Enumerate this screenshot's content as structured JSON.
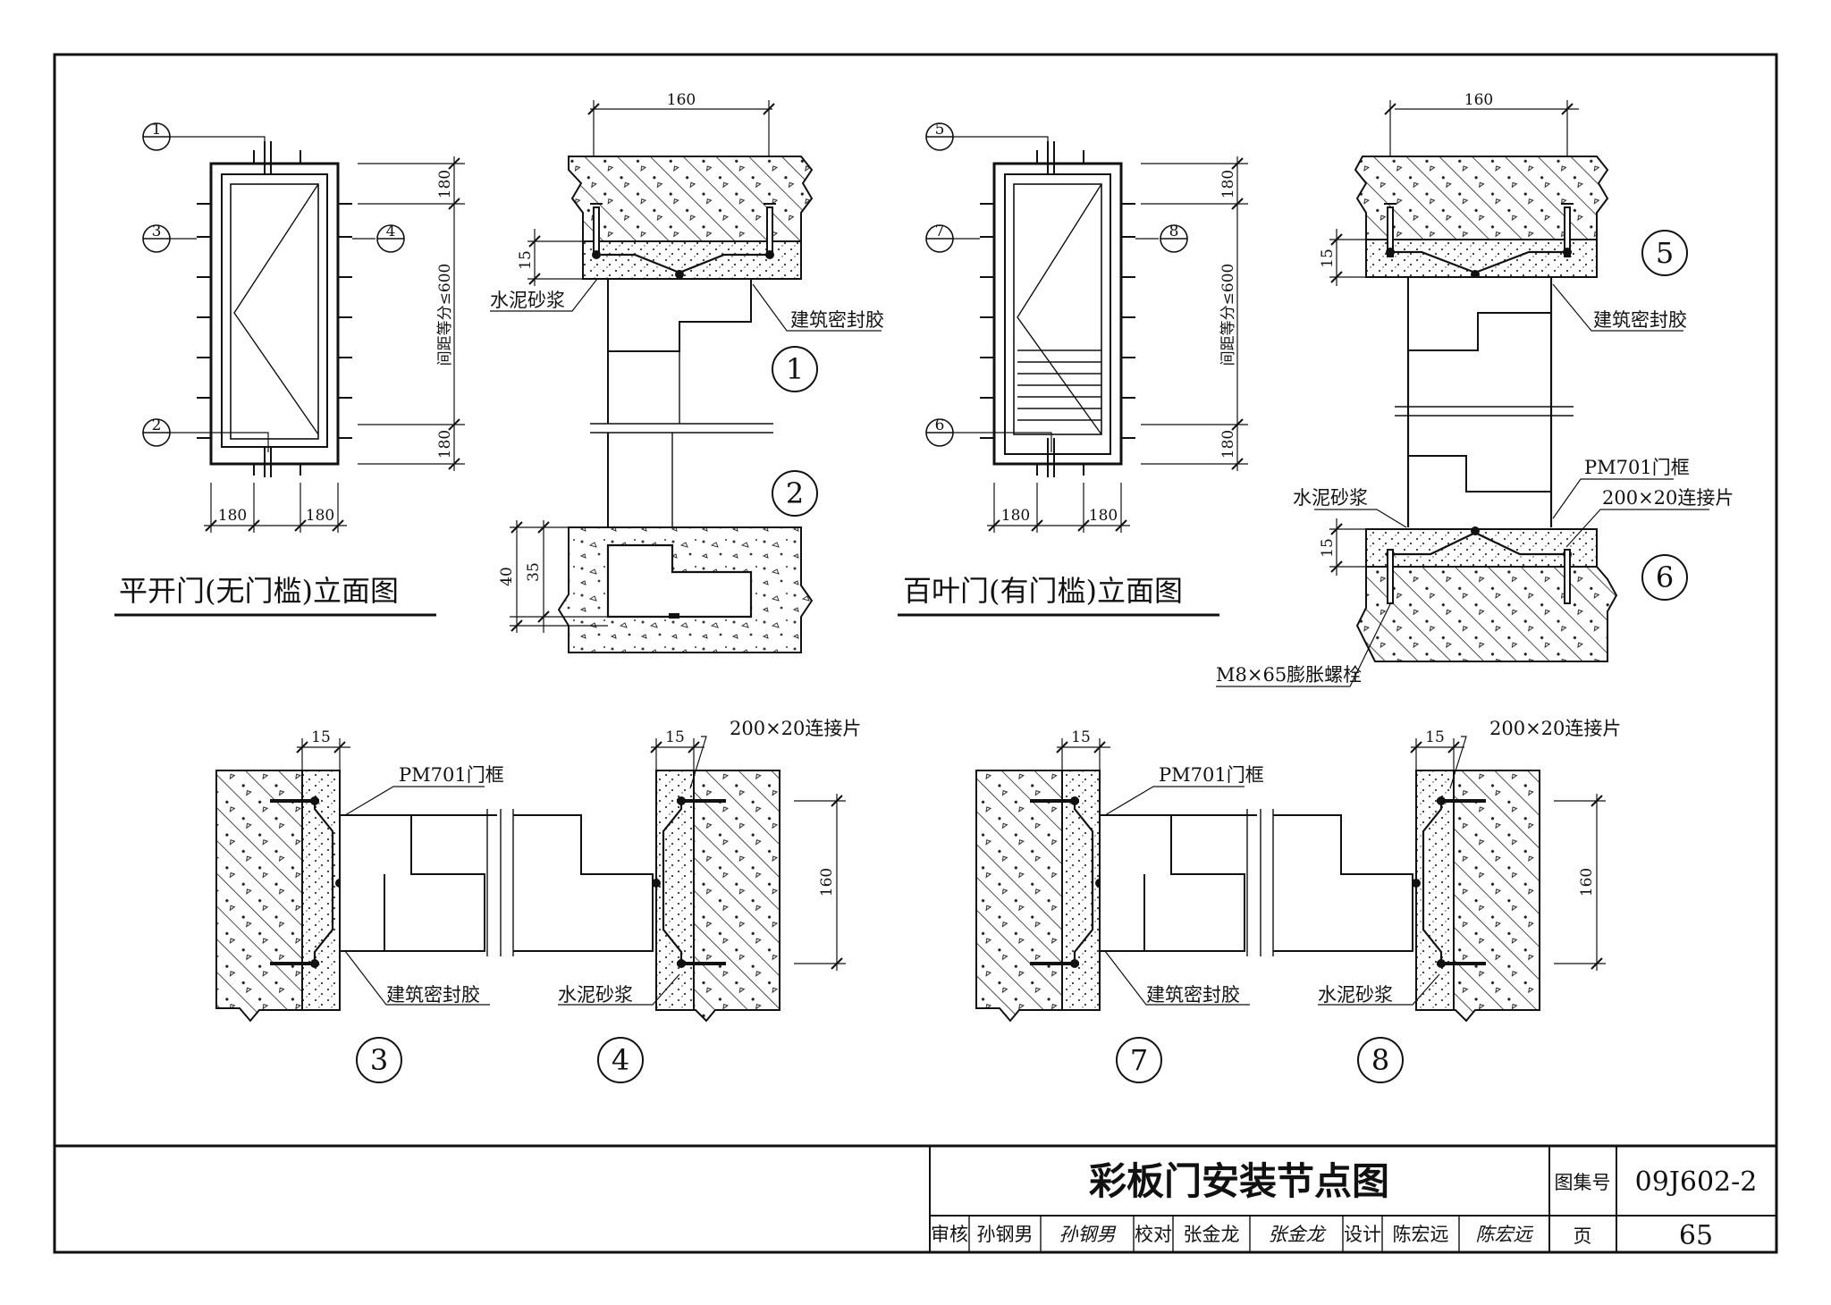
{
  "elevation1": {
    "title": "平开门(无门槛)立面图",
    "dim_top": "180",
    "dim_span": "间距等分≤600",
    "dim_bottom": "180",
    "dim_b1": "180",
    "dim_b2": "180",
    "markers": {
      "m1": "1",
      "m2": "2",
      "m3": "3",
      "m4": "4"
    }
  },
  "elevation2": {
    "title": "百叶门(有门槛)立面图",
    "dim_top": "180",
    "dim_span": "间距等分≤600",
    "dim_bottom": "180",
    "dim_b1": "180",
    "dim_b2": "180",
    "markers": {
      "m5": "5",
      "m6": "6",
      "m7": "7",
      "m8": "8"
    }
  },
  "detail12": {
    "dim_width": "160",
    "dim_15": "15",
    "dim_40": "40",
    "dim_35": "35",
    "label_mortar": "水泥砂浆",
    "label_sealant": "建筑密封胶",
    "n1": "1",
    "n2": "2"
  },
  "detail56": {
    "dim_width": "160",
    "dim_15a": "15",
    "dim_15b": "15",
    "label_sealant": "建筑密封胶",
    "label_frame": "PM701门框",
    "label_mortar": "水泥砂浆",
    "label_plate": "200×20连接片",
    "label_bolt": "M8×65膨胀螺栓",
    "n5": "5",
    "n6": "6"
  },
  "detail34": {
    "dim_15a": "15",
    "dim_15b": "15",
    "dim_160": "160",
    "label_frame": "PM701门框",
    "label_sealant": "建筑密封胶",
    "label_mortar": "水泥砂浆",
    "label_plate": "200×20连接片",
    "n3": "3",
    "n4": "4"
  },
  "detail78": {
    "dim_15a": "15",
    "dim_15b": "15",
    "dim_160": "160",
    "label_frame": "PM701门框",
    "label_sealant": "建筑密封胶",
    "label_mortar": "水泥砂浆",
    "label_plate": "200×20连接片",
    "n7": "7",
    "n8": "8"
  },
  "title_block": {
    "title": "彩板门安装节点图",
    "atlas_label": "图集号",
    "atlas_no": "09J602-2",
    "review_label": "审核",
    "review_name": "孙钢男",
    "review_sign": "孙钢男",
    "check_label": "校对",
    "check_name": "张金龙",
    "check_sign": "张金龙",
    "design_label": "设计",
    "design_name": "陈宏远",
    "design_sign": "陈宏远",
    "page_label": "页",
    "page_no": "65"
  }
}
